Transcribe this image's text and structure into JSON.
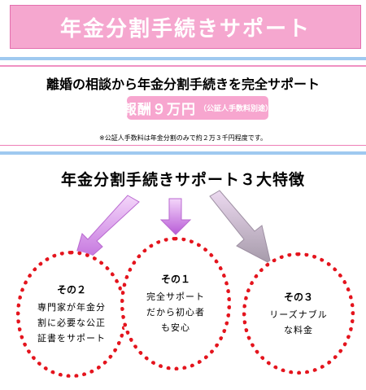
{
  "header": {
    "title": "年金分割手続きサポート"
  },
  "lead": {
    "text": "離婚の相談から年金分割手続きを完全サポート"
  },
  "price": {
    "amount": "報酬９万円",
    "note": "（公証人手数料別途）"
  },
  "footnote": {
    "text": "※公証人手数料は年金分割のみで約２万３千円程度です。"
  },
  "features": {
    "title": "年金分割手続きサポート３大特徴",
    "items": [
      {
        "num": "その２",
        "lines": [
          "専門家が年金分",
          "割に必要な公正",
          "証書をサポート"
        ]
      },
      {
        "num": "その１",
        "lines": [
          "完全サポート",
          "だから初心者",
          "も安心"
        ]
      },
      {
        "num": "その３",
        "lines": [
          "リーズナブル",
          "な料金"
        ]
      }
    ]
  },
  "colors": {
    "pink": "#f5a7cf",
    "blue_rule": "#9fc9f0",
    "dots": "#e4141d",
    "arrow": "#dc8ff0"
  }
}
